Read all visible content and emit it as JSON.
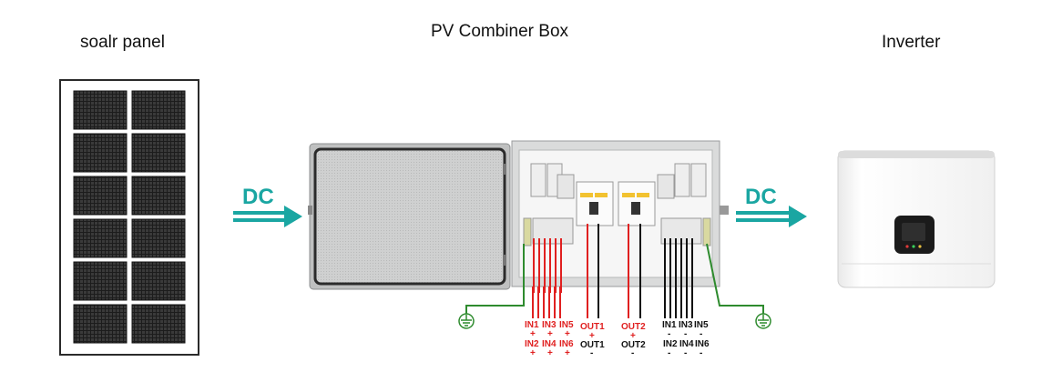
{
  "titles": {
    "solar_panel": "soalr panel",
    "combiner_box": "PV Combiner Box",
    "inverter": "Inverter"
  },
  "arrows": {
    "left_label": "DC",
    "right_label": "DC",
    "color": "#1aa6a2"
  },
  "colors": {
    "positive": "#e02020",
    "negative": "#111111",
    "ground": "#2e8b2e"
  },
  "terminals": {
    "positive": [
      {
        "top": "IN1",
        "bottom": "IN2",
        "sign": "+"
      },
      {
        "top": "IN3",
        "bottom": "IN4",
        "sign": "+"
      },
      {
        "top": "IN5",
        "bottom": "IN6",
        "sign": "+"
      }
    ],
    "outputs": [
      {
        "top": "OUT1",
        "top_sign": "+",
        "bottom": "OUT1",
        "bottom_sign": "-"
      },
      {
        "top": "OUT2",
        "top_sign": "+",
        "bottom": "OUT2",
        "bottom_sign": "-"
      }
    ],
    "negative": [
      {
        "top": "IN1",
        "bottom": "IN2",
        "sign": "-"
      },
      {
        "top": "IN3",
        "bottom": "IN4",
        "sign": "-"
      },
      {
        "top": "IN5",
        "bottom": "IN6",
        "sign": "-"
      }
    ]
  }
}
